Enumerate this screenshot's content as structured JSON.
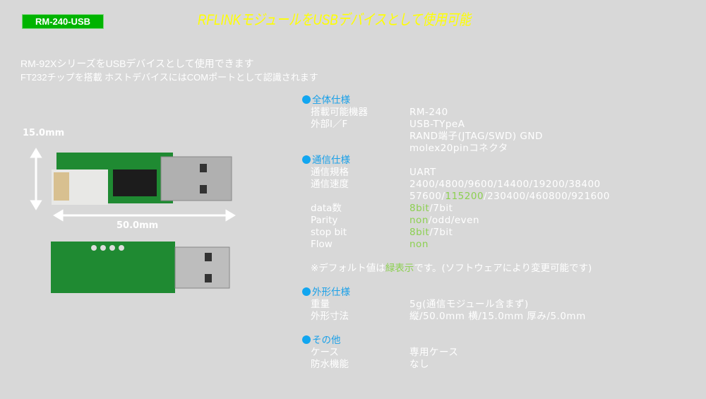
{
  "header": {
    "badge": "RM-240-USB",
    "title": "RFLINKモジュールをUSBデバイスとして使用可能"
  },
  "intro": [
    "RM-92XシリーズをUSBデバイスとして使用できます",
    "FT232チップを搭載  ホストデバイスにはCOMポートとして認識されます"
  ],
  "photo": {
    "width_label": "15.0mm",
    "length_label": "50.0mm"
  },
  "colors": {
    "badge": "#00b400",
    "title": "#ffff00",
    "heading": "#1aa0e8",
    "default_value": "#8cd050"
  },
  "specs": {
    "general": {
      "heading": "全体仕様",
      "rows": [
        {
          "label": "搭載可能機器",
          "value": "RM-240"
        },
        {
          "label": "外部I／F",
          "value": "USB-TYpeA"
        },
        {
          "label": "",
          "value": "RAND端子(JTAG/SWD) GND"
        },
        {
          "label": "",
          "value": "molex20pinコネクタ"
        }
      ]
    },
    "comm": {
      "heading": "通信仕様",
      "rows": [
        {
          "label": "通信規格",
          "value": "UART"
        },
        {
          "label": "通信速度",
          "value": "2400/4800/9600/14400/19200/38400"
        },
        {
          "label": "",
          "pre": "57600/",
          "green": "115200",
          "post": "/230400/460800/921600"
        },
        {
          "label": "data数",
          "green": "8bit",
          "post": "/7bit"
        },
        {
          "label": "Parity",
          "green": "non",
          "post": "/odd/even"
        },
        {
          "label": "stop bit",
          "green": "8bit",
          "post": "/7bit"
        },
        {
          "label": "Flow",
          "green": "non"
        }
      ]
    },
    "note": {
      "pre": "※デフォルト値は",
      "green": "緑表示",
      "post": "です。(ソフトウェアにより変更可能です)"
    },
    "exterior": {
      "heading": "外形仕様",
      "rows": [
        {
          "label": "重量",
          "value": "5g(通信モジュール含まず)"
        },
        {
          "label": "外形寸法",
          "value": "縦/50.0mm  横/15.0mm  厚み/5.0mm"
        }
      ]
    },
    "other": {
      "heading": "その他",
      "rows": [
        {
          "label": "ケース",
          "value": "専用ケース"
        },
        {
          "label": "防水機能",
          "value": "なし"
        }
      ]
    }
  }
}
